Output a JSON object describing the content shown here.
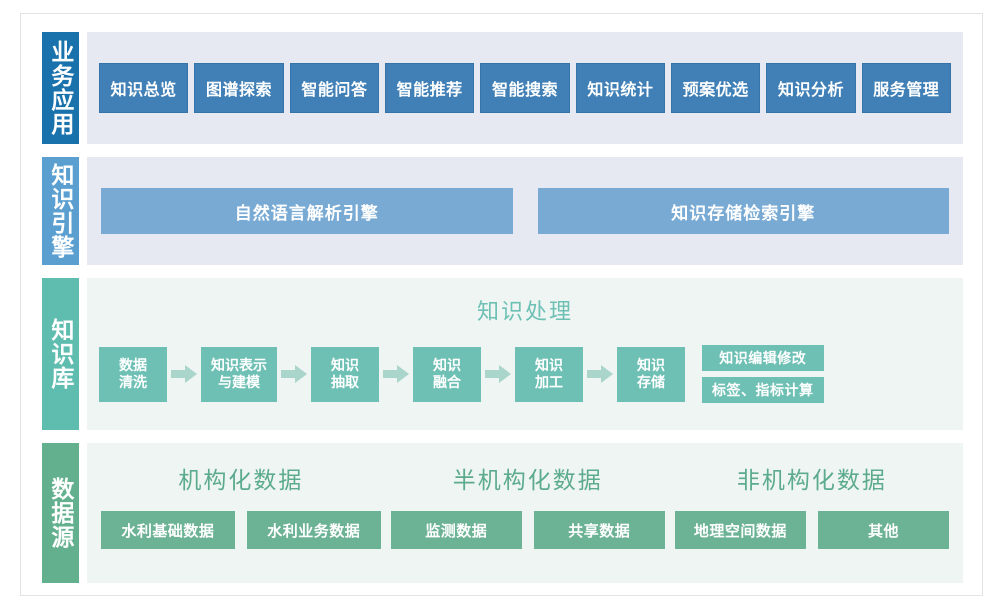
{
  "diagram": {
    "layers": [
      {
        "sidebar_label": "业务应用",
        "sidebar_color": "#1a72ad",
        "panel_color": "#e7e9f2",
        "apps": [
          "知识总览",
          "图谱探索",
          "智能问答",
          "智能推荐",
          "智能搜索",
          "知识统计",
          "预案优选",
          "知识分析",
          "服务管理"
        ]
      },
      {
        "sidebar_label": "知识引擎",
        "sidebar_color": "#5a9fd0",
        "panel_color": "#e7e9f2",
        "engines": [
          "自然语言解析引擎",
          "知识存储检索引擎"
        ]
      },
      {
        "sidebar_label": "知识库",
        "sidebar_color": "#5fbdb0",
        "panel_color": "#eff5f3",
        "title": "知识处理",
        "title_color": "#6ec0b4",
        "flow": [
          "数据\n清洗",
          "知识表示\n与建模",
          "知识\n抽取",
          "知识\n融合",
          "知识\n加工",
          "知识\n存储"
        ],
        "side_boxes": [
          "知识编辑修改",
          "标签、指标计算"
        ]
      },
      {
        "sidebar_label": "数据源",
        "sidebar_color": "#63b08e",
        "panel_color": "#eff5f3",
        "groups": [
          {
            "title": "机构化数据",
            "items": [
              "水利基础数据",
              "水利业务数据"
            ]
          },
          {
            "title": "半机构化数据",
            "items": [
              "监测数据",
              "共享数据"
            ]
          },
          {
            "title": "非机构化数据",
            "items": [
              "地理空间数据",
              "其他"
            ]
          }
        ]
      }
    ]
  }
}
